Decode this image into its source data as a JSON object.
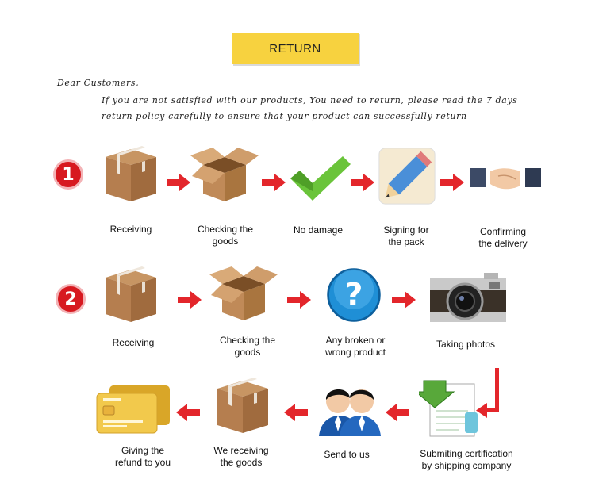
{
  "title": "RETURN",
  "letter": {
    "greeting": "Dear Customers,",
    "line1": "If you are not satisfied with our products, You need to return, please read the 7 days",
    "line2": "return policy carefully to ensure that your product can successfully return"
  },
  "process1": {
    "number": "1",
    "steps": [
      {
        "line1": "Receiving",
        "line2": ""
      },
      {
        "line1": "Checking the",
        "line2": "goods"
      },
      {
        "line1": "No damage",
        "line2": ""
      },
      {
        "line1": "Signing for",
        "line2": "the pack"
      },
      {
        "line1": "Confirming",
        "line2": "the delivery"
      }
    ]
  },
  "process2": {
    "number": "2",
    "steps": [
      {
        "line1": "Receiving",
        "line2": ""
      },
      {
        "line1": "Checking the",
        "line2": "goods"
      },
      {
        "line1": "Any broken or",
        "line2": "wrong product"
      },
      {
        "line1": "Taking photos",
        "line2": ""
      },
      {
        "line1": "Submiting certification",
        "line2": "by shipping company"
      },
      {
        "line1": "Send to us",
        "line2": ""
      },
      {
        "line1": "We receiving",
        "line2": "the goods"
      },
      {
        "line1": "Giving the",
        "line2": "refund to you"
      }
    ]
  },
  "colors": {
    "accent": "#f7d23f",
    "arrow": "#e3262b",
    "badge": "#d71920"
  },
  "icons": {
    "box": "cardboard-box-icon",
    "open_box": "open-box-icon",
    "check": "checkmark-icon",
    "pencil": "pencil-icon",
    "handshake": "handshake-icon",
    "question": "question-icon",
    "camera": "camera-icon",
    "document": "document-download-icon",
    "people": "customer-service-icon",
    "card": "credit-card-icon"
  }
}
